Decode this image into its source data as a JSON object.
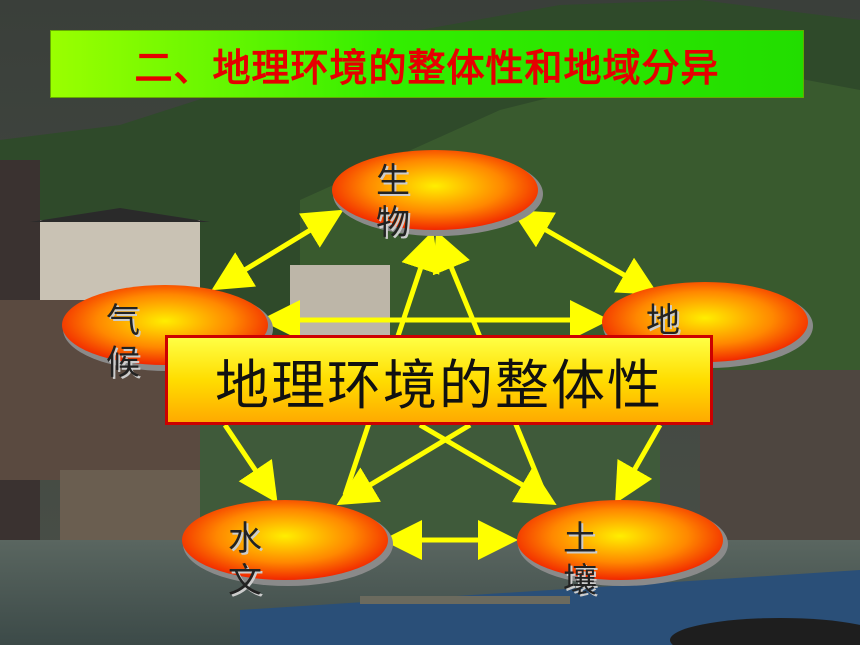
{
  "title": "二、地理环境的整体性和地域分异",
  "nodes": {
    "top": "生物",
    "left": "气候",
    "right": "地",
    "bottom_left": "水文",
    "bottom_right": "土壤"
  },
  "overlay": "地理环境的整体性",
  "colors": {
    "title_bg": "#33ee00",
    "title_text": "#e60000",
    "node_fill_center": "#ffee00",
    "node_fill_edge": "#ee1100",
    "arrow": "#ffff00",
    "overlay_border": "#cc0000"
  }
}
